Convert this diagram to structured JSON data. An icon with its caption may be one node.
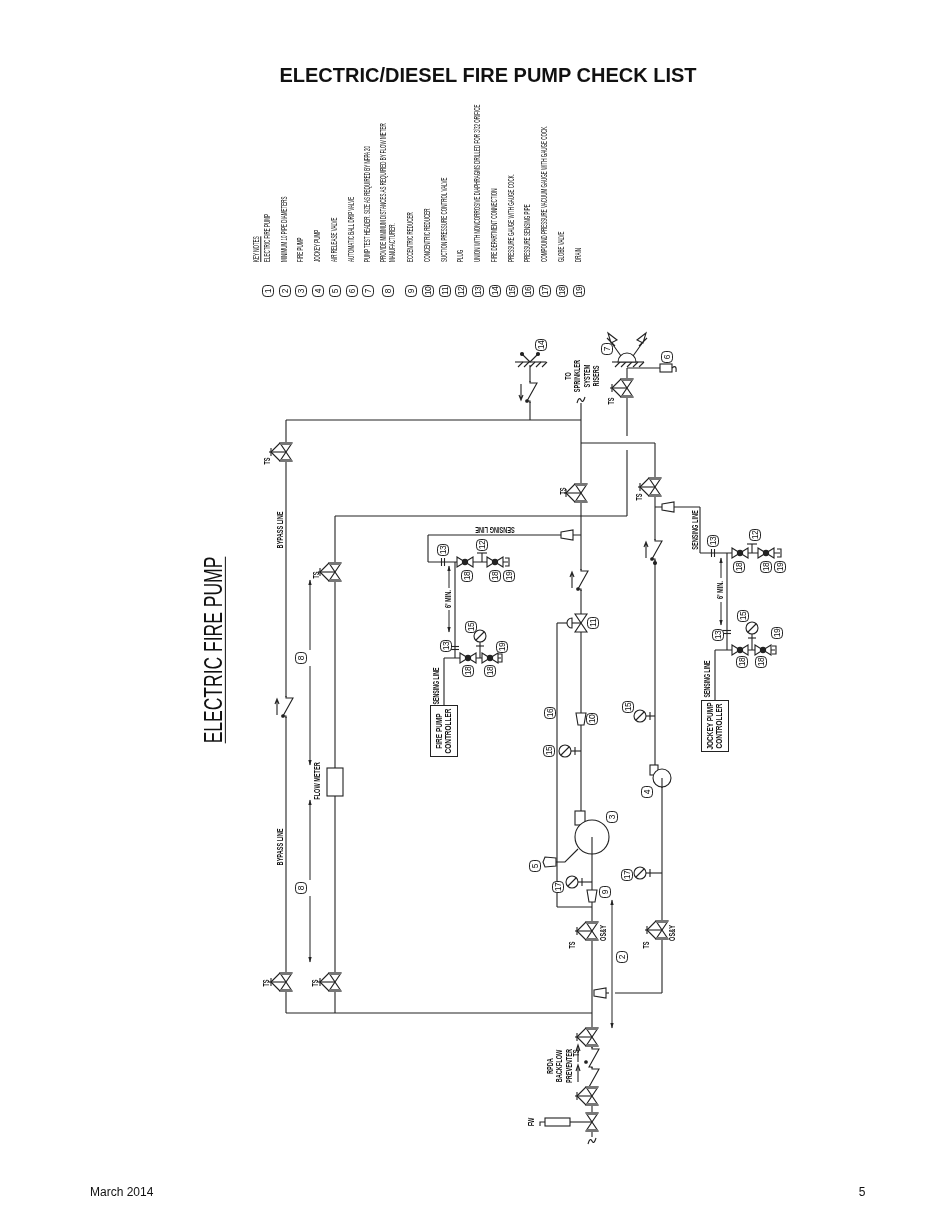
{
  "diagram": {
    "title": "ELECTRIC/DIESEL FIRE PUMP CHECK LIST",
    "nodes": [
      {
        "text": [
          "FIRE PUMP CONTROLLER"
        ]
      },
      {
        "text": [
          "JOCKEY PUMP CONTROLLER"
        ]
      }
    ],
    "edges": [
      {
        "from": 0,
        "to": null,
        "arrow": "none",
        "label": "SENSING LINE"
      },
      {
        "from": 1,
        "to": null,
        "arrow": "none",
        "label": "SENSING LINE"
      }
    ],
    "labels": [
      "ELECTRIC FIRE PUMP",
      "KEY NOTES",
      "1",
      "ELECTRIC FIRE PUMP",
      "2",
      "MINIMUM 10 PIPE DIAMETERS",
      "3",
      "FIRE PUMP",
      "4",
      "JOCKEY PUMP",
      "5",
      "AIR RELEASE VALVE",
      "6",
      "AUTOMATIC BALL DRIP VALVE",
      "7",
      "PUMP TEST HEADER. SIZE AS REQUIRED BY NFPA 20",
      "8",
      "PROVIDE MINIMUM DISTANCES AS REQUIRED BY FLOW METER MANUFACTURER.",
      "9",
      "ECCENTRIC REDUCER",
      "10",
      "CONCENTRIC REDUCER",
      "11",
      "SUCTION PRESSURE CONTROL VALVE",
      "12",
      "PLUG",
      "13",
      "UNION WITH NONCORROSIVE DIAPHRAGMS DRILLED FOR 3/32 ORIFICE",
      "14",
      "FIRE DEPARTMENT CONNECTION",
      "15",
      "PRESSURE GAUGE WITH GAUGE COCK.",
      "16",
      "PRESSURE SENSING PIPE",
      "17",
      "COMPOUND PRESSURE VACUUM GAUGE WITH GAUGE COCK.",
      "18",
      "GLOBE VALVE",
      "19",
      "DRAIN",
      "14",
      "7",
      "6",
      "TO SPRINKLER SYSTEM RISERS",
      "TS",
      "TS",
      "TS",
      "TS",
      "BYPASS LINE",
      "SENSING LINE",
      "SENSING LINE",
      "12",
      "13",
      "12",
      "13",
      "18",
      "18",
      "19",
      "18",
      "18",
      "19",
      "TS",
      "6' MIN.",
      "6' MIN.",
      "11",
      "15",
      "15",
      "13",
      "19",
      "13",
      "19",
      "8",
      "18",
      "18",
      "18",
      "18",
      "15",
      "16",
      "10",
      "15",
      "FLOW METER",
      "4",
      "3",
      "BYPASS LINE",
      "5",
      "17",
      "17",
      "8",
      "9",
      "OS&Y",
      "OS&Y",
      "TS",
      "TS",
      "2",
      "TS",
      "TS",
      "TS",
      "RPDA BACKFLOW PREVENTER",
      "FW",
      "March 2014",
      "5"
    ]
  }
}
